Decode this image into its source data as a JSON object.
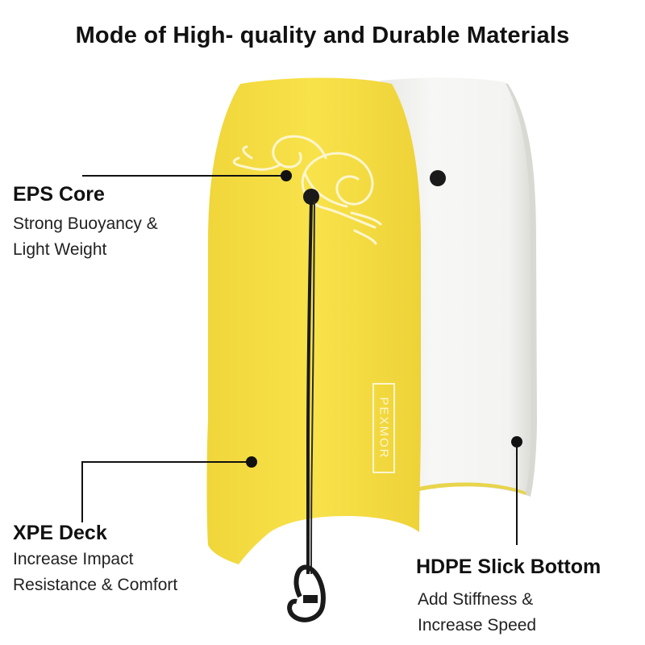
{
  "headline": "Mode of High- quality and Durable Materials",
  "board": {
    "brand_logo": "PEXMOR",
    "deck_color": "#f6df3e",
    "bottom_color": "#f4f4f1"
  },
  "features": [
    {
      "name": "EPS Core",
      "description": [
        "Strong Buoyancy &",
        "Light Weight"
      ]
    },
    {
      "name": "XPE Deck",
      "description": [
        "Increase Impact",
        "Resistance & Comfort"
      ]
    },
    {
      "name": "HDPE Slick Bottom",
      "description": [
        "Add Stiffness &",
        "Increase Speed"
      ]
    }
  ]
}
